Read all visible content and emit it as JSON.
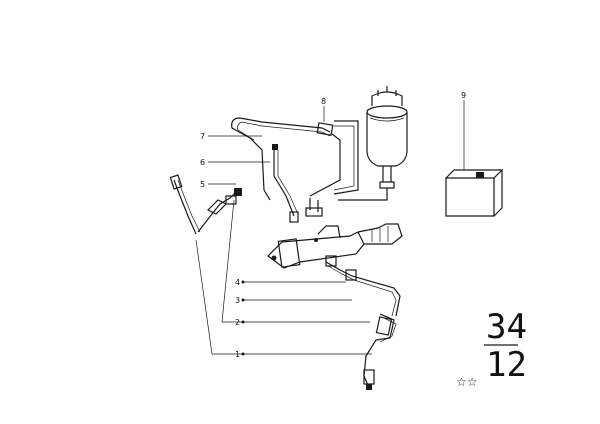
{
  "callouts": [
    {
      "label": "1"
    },
    {
      "label": "2"
    },
    {
      "label": "3"
    },
    {
      "label": "4"
    },
    {
      "label": "5"
    },
    {
      "label": "6"
    },
    {
      "label": "7"
    },
    {
      "label": "8"
    },
    {
      "label": "9"
    }
  ],
  "group_number": {
    "top": "34",
    "bottom": "12"
  },
  "stars": "☆☆"
}
